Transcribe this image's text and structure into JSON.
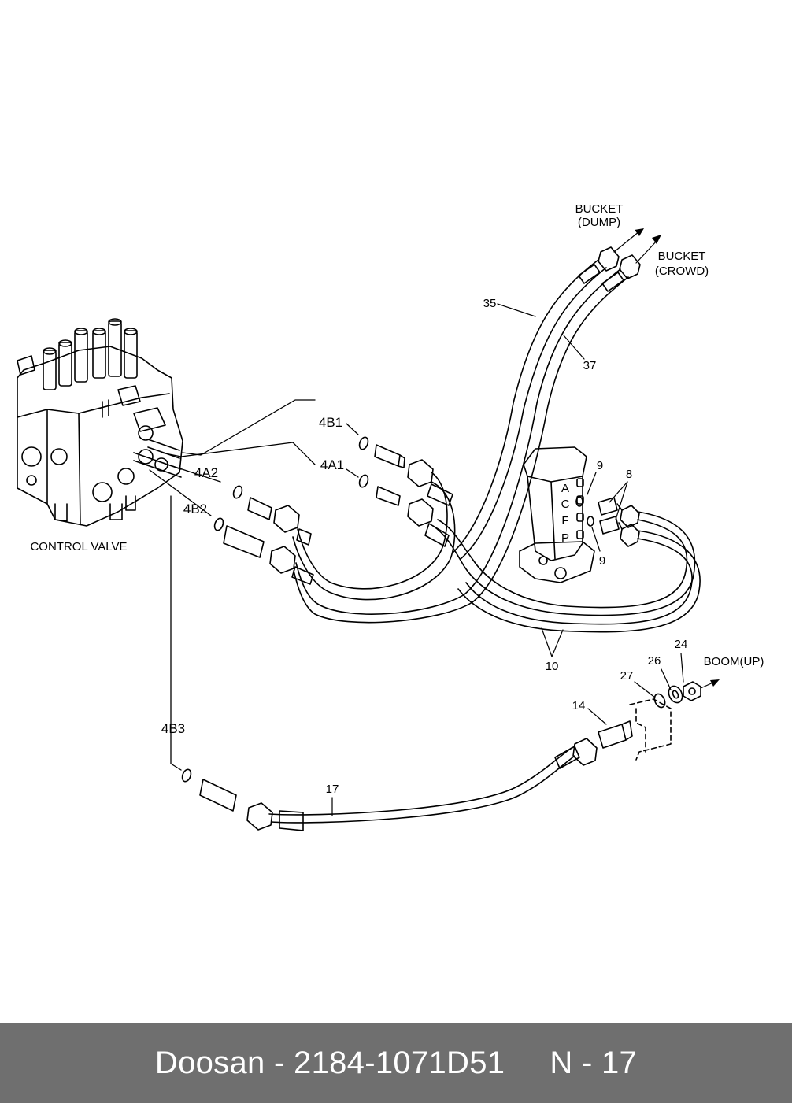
{
  "diagram": {
    "labels": {
      "bucket_dump_line1": "BUCKET",
      "bucket_dump_line2": "(DUMP)",
      "bucket_crowd_line1": "BUCKET",
      "bucket_crowd_line2": "(CROWD)",
      "boom_up": "BOOM(UP)",
      "control_valve": "CONTROL VALVE",
      "port_4b1": "4B1",
      "port_4a1": "4A1",
      "port_4a2": "4A2",
      "port_4b2": "4B2",
      "port_4b3": "4B3",
      "port_a": "A",
      "port_c": "C",
      "port_f": "F",
      "port_p": "P",
      "part_35": "35",
      "part_37": "37",
      "part_9_top": "9",
      "part_9_bottom": "9",
      "part_8": "8",
      "part_10": "10",
      "part_24": "24",
      "part_26": "26",
      "part_27": "27",
      "part_14": "14",
      "part_17": "17"
    }
  },
  "footer": {
    "text": "Doosan - 2184-1071D51     N - 17"
  }
}
